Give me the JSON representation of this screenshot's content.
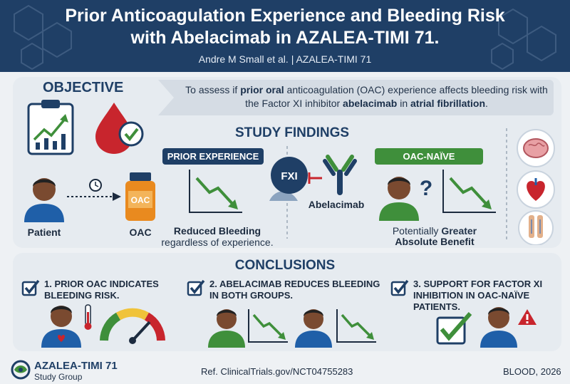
{
  "header": {
    "title_line1": "Prior Anticoagulation Experience and Bleeding Risk",
    "title_line2": "with Abelacimab in AZALEA-TIMI 71.",
    "authors": "Andre M Small et al. | AZALEA-TIMI 71"
  },
  "objective": {
    "heading": "OBJECTIVE",
    "text_parts": [
      "To assess if ",
      "prior oral",
      " anticoagulation (OAC) experience affects bleeding risk with the Factor XI inhibitor ",
      "abelacimab",
      " in ",
      "atrial fibrillation",
      "."
    ]
  },
  "findings": {
    "heading": "STUDY FINDINGS",
    "patient_label": "Patient",
    "oac_label": "OAC",
    "oac_bottle_text": "OAC",
    "prior_pill": "PRIOR EXPERIENCE",
    "prior_result_1": "Reduced Bleeding",
    "prior_result_2": "regardless of experience.",
    "fxi_label": "FXI",
    "drug_label": "Abelacimab",
    "naive_pill": "OAC-NAÏVE",
    "naive_result_1": "Potentially ",
    "naive_result_1b": "Greater",
    "naive_result_2": "Absolute Benefit"
  },
  "conclusions": {
    "heading": "CONCLUSIONS",
    "items": [
      {
        "line1": "1. PRIOR OAC INDICATES",
        "line2": "BLEEDING RISK.",
        "line3": ""
      },
      {
        "line1": "2. ABELACIMAB REDUCES BLEEDING",
        "line2": "IN BOTH GROUPS.",
        "line3": ""
      },
      {
        "line1": "3. SUPPORT FOR FACTOR XI",
        "line2": "INHIBITION IN OAC-NAÏVE",
        "line3": "PATIENTS."
      }
    ]
  },
  "footer": {
    "brand": "AZALEA-TIMI 71",
    "brand_sub": "Study Group",
    "ref": "Ref. ClinicalTrials.gov/NCT04755283",
    "journal": "BLOOD, 2026"
  },
  "colors": {
    "navy": "#1f3f66",
    "green": "#3f8f3b",
    "red": "#c8252d",
    "orange": "#e98a1f",
    "skin": "#7a4a30"
  }
}
